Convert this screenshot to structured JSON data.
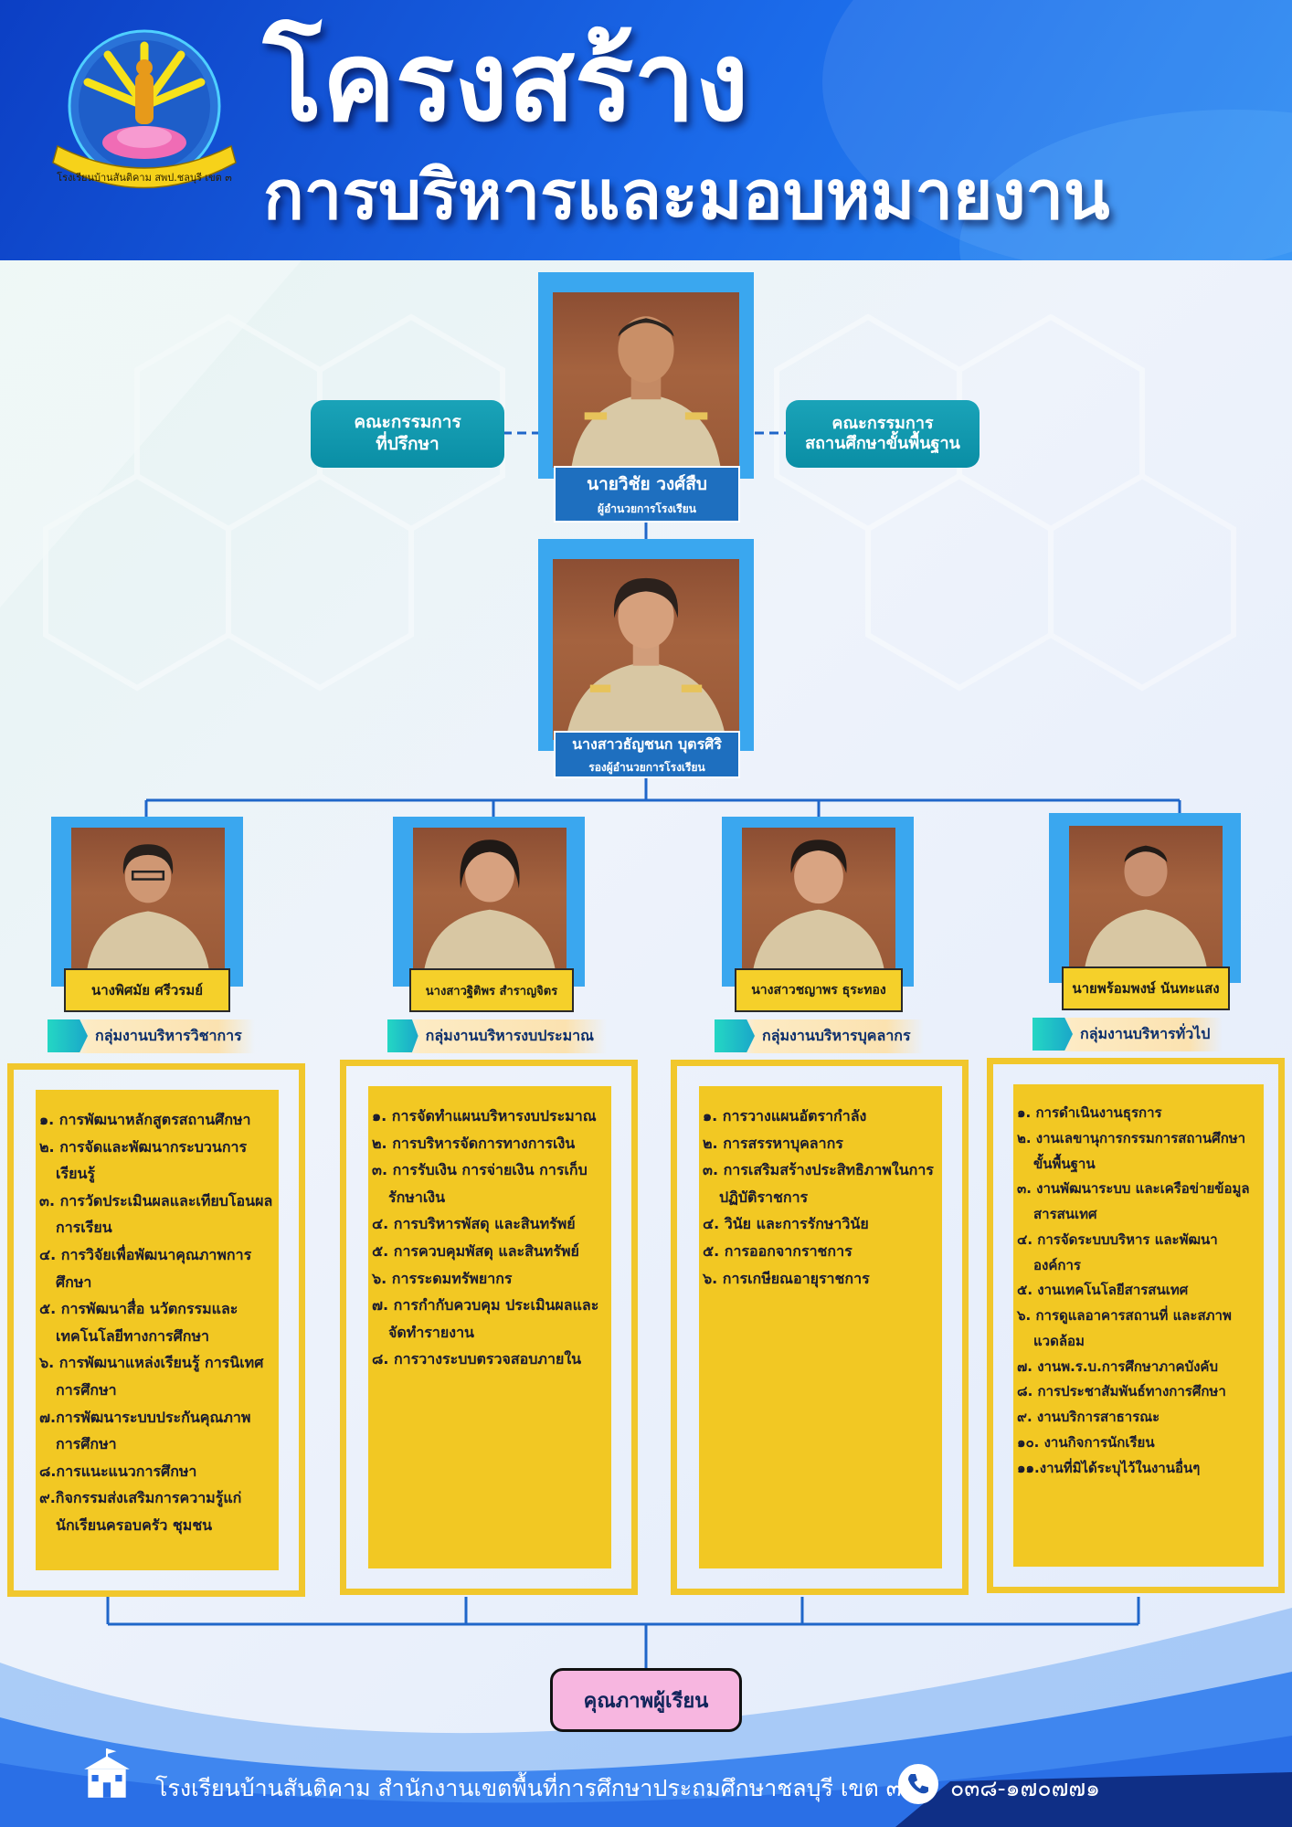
{
  "header": {
    "title": "โครงสร้าง",
    "subtitle": "การบริหารและมอบหมายงาน",
    "logo_text": "โรงเรียนบ้านสันติคาม สพป.ชลบุรี เขต ๓"
  },
  "committees": {
    "left": "คณะกรรมการ\nที่ปรึกษา",
    "right": "คณะกรรมการ\nสถานศึกษาขั้นพื้นฐาน"
  },
  "director": {
    "name": "นายวิชัย วงศ์สืบ",
    "role": "ผู้อำนวยการโรงเรียน"
  },
  "deputy": {
    "name": "นางสาวธัญชนก บุตรศิริ",
    "role": "รองผู้อำนวยการโรงเรียน"
  },
  "groups": [
    {
      "head": "นางพิศมัย ศรีวรมย์",
      "label": "กลุ่มงานบริหารวิชาการ",
      "tasks": [
        "๑. การพัฒนาหลักสูตรสถานศึกษา",
        "๒. การจัดและพัฒนากระบวนการเรียนรู้",
        "๓. การวัดประเมินผลและเทียบโอนผลการเรียน",
        "๔. การวิจัยเพื่อพัฒนาคุณภาพการศึกษา",
        "๕. การพัฒนาสื่อ นวัตกรรมและเทคโนโลยีทางการศึกษา",
        "๖. การพัฒนาแหล่งเรียนรู้ การนิเทศการศึกษา",
        "๗.การพัฒนาระบบประกันคุณภาพการศึกษา",
        "๘.การแนะแนวการศึกษา",
        "๙.กิจกรรมส่งเสริมการความรู้แก่นักเรียนครอบครัว ชุมชน"
      ]
    },
    {
      "head": "นางสาวฐิติพร สำราญจิตร",
      "label": "กลุ่มงานบริหารงบประมาณ",
      "tasks": [
        "๑. การจัดทำแผนบริหารงบประมาณ",
        "๒. การบริหารจัดการทางการเงิน",
        "๓. การรับเงิน การจ่ายเงิน การเก็บรักษาเงิน",
        "๔. การบริหารพัสดุ และสินทรัพย์",
        "๕. การควบคุมพัสดุ และสินทรัพย์",
        "๖. การระดมทรัพยากร",
        "๗. การกำกับควบคุม ประเมินผลและจัดทำรายงาน",
        "๘. การวางระบบตรวจสอบภายใน"
      ]
    },
    {
      "head": "นางสาวชญาพร ธุระทอง",
      "label": "กลุ่มงานบริหารบุคลากร",
      "tasks": [
        "๑. การวางแผนอัตรากำลัง",
        "๒. การสรรหาบุคลากร",
        "๓. การเสริมสร้างประสิทธิภาพในการปฏิบัติราชการ",
        "๔. วินัย และการรักษาวินัย",
        "๕. การออกจากราชการ",
        "๖. การเกษียณอายุราชการ"
      ]
    },
    {
      "head": "นายพร้อมพงษ์ นันทะแสง",
      "label": "กลุ่มงานบริหารทั่วไป",
      "tasks": [
        "๑. การดำเนินงานธุรการ",
        "๒. งานเลขานุการกรรมการสถานศึกษาขั้นพื้นฐาน",
        "๓. งานพัฒนาระบบ และเครือข่ายข้อมูลสารสนเทศ",
        "๔. การจัดระบบบริหาร และพัฒนาองค์การ",
        "๕. งานเทคโนโลยีสารสนเทศ",
        "๖. การดูแลอาคารสถานที่ และสภาพแวดล้อม",
        "๗. งานพ.ร.บ.การศึกษาภาคบังคับ",
        "๘. การประชาสัมพันธ์ทางการศึกษา",
        "๙. งานบริการสาธารณะ",
        "๑๐. งานกิจการนักเรียน",
        "๑๑.งานที่มิได้ระบุไว้ในงานอื่นๆ"
      ]
    }
  ],
  "quality": "คุณภาพผู้เรียน",
  "footer": {
    "school": "โรงเรียนบ้านสันติคาม สำนักงานเขตพื้นที่การศึกษาประถมศึกษาชลบุรี เขต ๓",
    "phone": "๐๓๘-๑๗๐๗๗๑"
  },
  "colors": {
    "header_blue": "#1b6ae9",
    "committee_teal": "#0a8ea5",
    "frame_blue": "#3aa7ef",
    "task_yellow": "#f2c823",
    "quality_pink": "#f7b6e0"
  }
}
